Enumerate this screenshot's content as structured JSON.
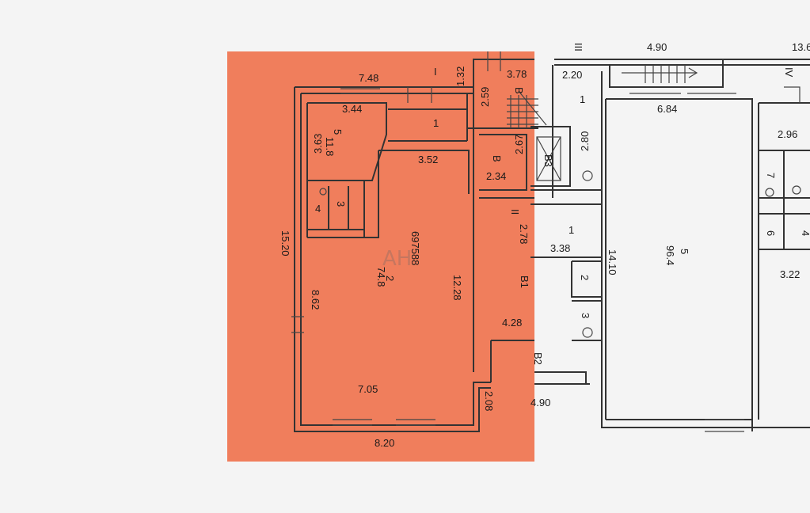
{
  "highlight": {
    "color": "#f07e5c"
  },
  "watermark": "AH",
  "dimensions": {
    "d_748": "7.48",
    "d_132": "1.32",
    "d_378": "3.78",
    "d_220": "2.20",
    "d_490_top": "4.90",
    "d_13": "13.6",
    "d_344": "3.44",
    "d_259": "2.59",
    "d_684": "6.84",
    "d_363": "3.63",
    "d_352": "3.52",
    "d_267": "2.67",
    "d_280": "2.80",
    "d_296": "2.96",
    "d_234": "2.34",
    "d_1520": "15.20",
    "d_278": "2.78",
    "d_338": "3.38",
    "d_1410": "14.10",
    "d_322": "3.22",
    "d_1228": "12.28",
    "d_862": "8.62",
    "d_428": "4.28",
    "d_705": "7.05",
    "d_208": "2.08",
    "d_490_bottom": "4.90",
    "d_820": "8.20"
  },
  "rooms": {
    "r1_top": "1",
    "r5_num": "5",
    "r5_area": "11.8",
    "rB": "B",
    "rB_small": "B",
    "r4": "4",
    "r3_left": "3",
    "r2_num": "2",
    "r2_area": "74.8",
    "r2_code": "697588",
    "rB1": "B1",
    "rB2": "B2",
    "rB3": "B3",
    "r1_right_top": "1",
    "r1_right_mid": "1",
    "r2_right": "2",
    "r3_right": "3",
    "r5_big_num": "5",
    "r5_big_area": "96.4",
    "r7": "7",
    "r6": "6",
    "r4_far": "4",
    "roman_I": "I",
    "roman_II": "II",
    "roman_III": "III",
    "roman_IV": "IV"
  }
}
